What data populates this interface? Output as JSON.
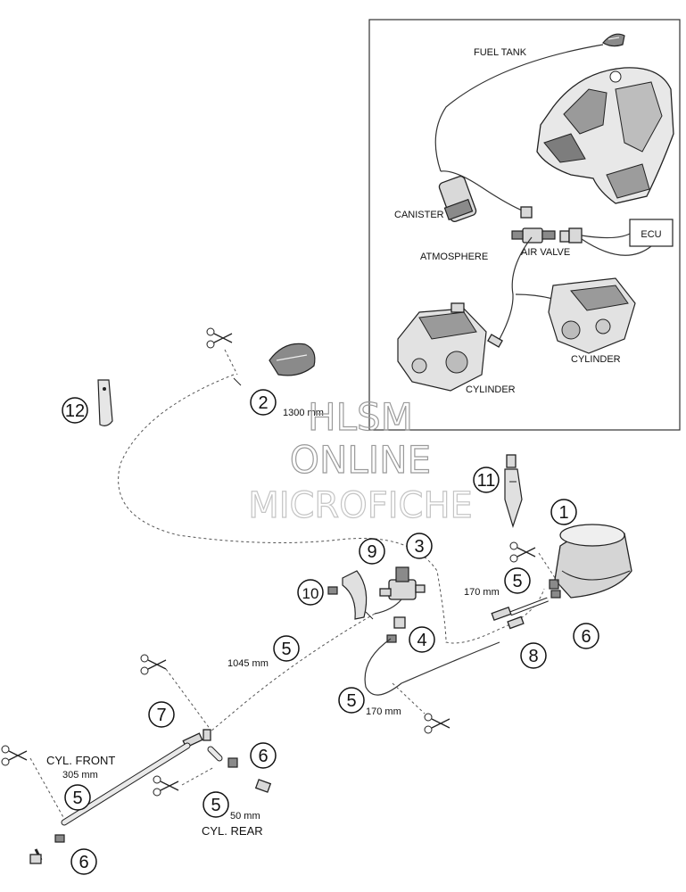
{
  "inset_labels": {
    "fuel_tank": "FUEL TANK",
    "canister": "CANISTER",
    "atmosphere": "ATMOSPHERE",
    "air_valve": "AIR VALVE",
    "ecu": "ECU",
    "cylinder_right": "CYLINDER",
    "cylinder_left": "CYLINDER"
  },
  "part_numbers": {
    "p1": "1",
    "p2": "2",
    "p3": "3",
    "p4": "4",
    "p5a": "5",
    "p5b": "5",
    "p5c": "5",
    "p5d": "5",
    "p5e": "5",
    "p6a": "6",
    "p6b": "6",
    "p6c": "6",
    "p7": "7",
    "p8": "8",
    "p9": "9",
    "p10": "10",
    "p11": "11",
    "p12": "12"
  },
  "lengths": {
    "l1300": "1300 mm",
    "l170a": "170 mm",
    "l1045": "1045 mm",
    "l170b": "170 mm",
    "l305": "305 mm",
    "l50": "50 mm"
  },
  "cyl_labels": {
    "front": "CYL. FRONT",
    "rear": "CYL. REAR"
  },
  "watermark": {
    "line1": "HLSM",
    "line2": "ONLINE",
    "line3": "MICROFICHE"
  }
}
